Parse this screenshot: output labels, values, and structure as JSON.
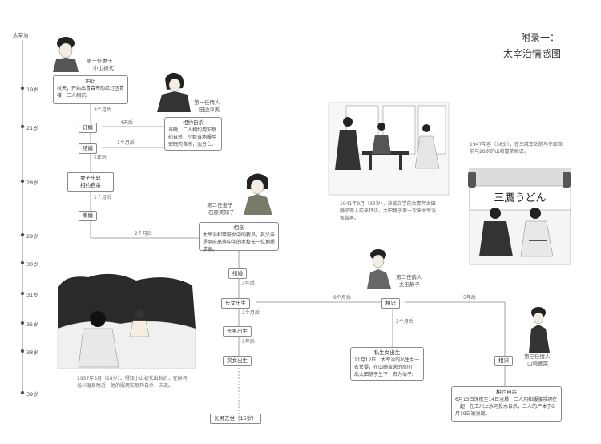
{
  "title": {
    "line1": "附录一：",
    "line2": "太宰治情感图"
  },
  "timeline_label": "太宰治",
  "ages": [
    "19岁",
    "21岁",
    "28岁",
    "29岁",
    "30岁",
    "31岁",
    "35岁",
    "38岁",
    "39岁"
  ],
  "people": {
    "first_wife": {
      "line1": "第一任妻子",
      "line2": "小山初代"
    },
    "first_lover": {
      "line1": "第一任情人",
      "line2": "田边淳美"
    },
    "second_wife": {
      "line1": "第二任妻子",
      "line2": "石原美知子"
    },
    "second_lover": {
      "line1": "第二任情人",
      "line2": "太田静子"
    },
    "third_lover": {
      "line1": "第三任情人",
      "line2": "山崎富荣"
    }
  },
  "boxes": {
    "meet1": {
      "title": "相识",
      "text": "秋天，开始出青森市的红灯区青楼，二人相识。"
    },
    "suicide1": {
      "title": "相约自杀",
      "text": "当晚，二人相约用安眠药自杀，小姐当场服用安眠药自杀，淡分亡。"
    },
    "matchmaking": {
      "title": "相亲",
      "text": "太宰治和甲府女中的教员，其父亲是甲府高等中学的老校长一位地质学家。"
    },
    "daughter": {
      "title": "私生女出生",
      "text": "11月12日，太宰治的私生女一名女婴，在山崎富荣的房间，后太田静子生下，名为治子。"
    },
    "suicide2": {
      "title": "相约自杀",
      "text": "6月13日深夜至14日凌晨，二人用和服腰带绑在一起，在玉川上水河投水自杀，二人的尸体于6月19日被发现。"
    }
  },
  "nodes": {
    "engaged": "订婚",
    "married": "结婚",
    "wife_affair": "妻子出轨",
    "wife_affair2": "相约自杀",
    "divorce": "离婚",
    "marry2": "结婚",
    "eldest_daughter": "长女出生",
    "eldest_son": "长男出生",
    "second_daughter": "次女出生",
    "meet2": "相识",
    "meet3": "相识",
    "end": "长男去世（15岁）"
  },
  "durations": {
    "d1": "3个月后",
    "d2": "4天后",
    "d3": "1个月后",
    "d4": "5年后",
    "d5": "1个月后",
    "d6": "2个月后",
    "d7": "3年后",
    "d8": "2个月后",
    "d9": "8个月后",
    "d10": "5年后",
    "d11": "5个月后",
    "d12": "1年后"
  },
  "captions": {
    "c1": "1941年9月（32岁），热爱文学的女青年太田静子等人前来拜访，太田静子第一次来太宰治家做客。",
    "c2": "1947年春（38岁），在三鹰车站前乌冬面馆前与28岁的山崎富荣相识。",
    "c3": "1937年3月（28岁），得知小山初代出轨后，在群马谷川温泉附近，他的服用安眠药自杀，未遂。"
  },
  "shop_sign": "三鷹うどん"
}
